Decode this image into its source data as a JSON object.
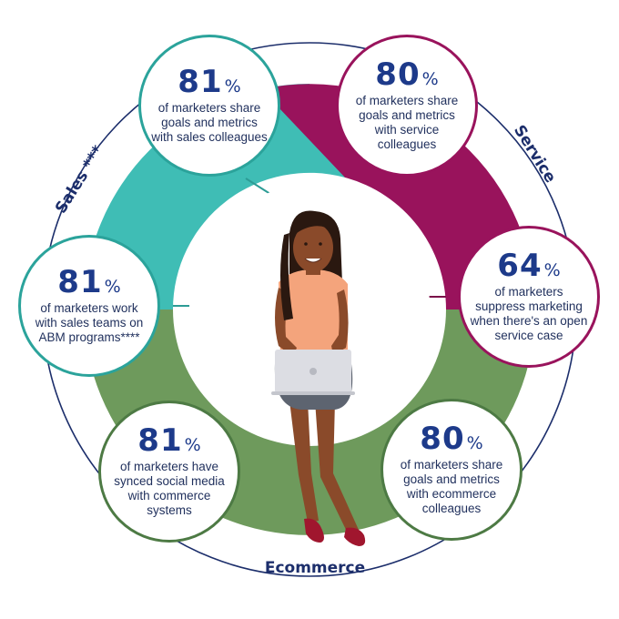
{
  "labels": {
    "sales": "Sales ***",
    "service": "Service",
    "ecommerce": "Ecommerce"
  },
  "colors": {
    "sales": "#3fbdb5",
    "service": "#99135c",
    "ecommerce": "#6e9a5c",
    "navy_text": "#1d3a8a",
    "outer_ring": "#1c2e6b"
  },
  "stats": [
    {
      "id": "sales_goals",
      "number": "81",
      "unit": "%",
      "text": "of marketers share goals and metrics with sales colleagues",
      "segment": "sales"
    },
    {
      "id": "service_goals",
      "number": "80",
      "unit": "%",
      "text": "of marketers share goals and metrics with service colleagues",
      "segment": "service"
    },
    {
      "id": "abm",
      "number": "81",
      "unit": "%",
      "text": "of marketers work with sales teams on ABM programs****",
      "segment": "sales"
    },
    {
      "id": "suppress",
      "number": "64",
      "unit": "%",
      "text": "of marketers suppress marketing when there's an open service case",
      "segment": "service"
    },
    {
      "id": "social_commerce",
      "number": "81",
      "unit": "%",
      "text": "of marketers have synced social media with commerce systems",
      "segment": "ecommerce"
    },
    {
      "id": "ecommerce_goals",
      "number": "80",
      "unit": "%",
      "text": "of marketers share goals and metrics with ecommerce colleagues",
      "segment": "ecommerce"
    }
  ],
  "illustration": {
    "subject": "woman-with-laptop",
    "skin": "#8a4a2a",
    "hair": "#2a1810",
    "top": "#f4a47c",
    "skirt": "#5d6470",
    "laptop": "#dcdde3",
    "shoes": "#a0162e"
  }
}
